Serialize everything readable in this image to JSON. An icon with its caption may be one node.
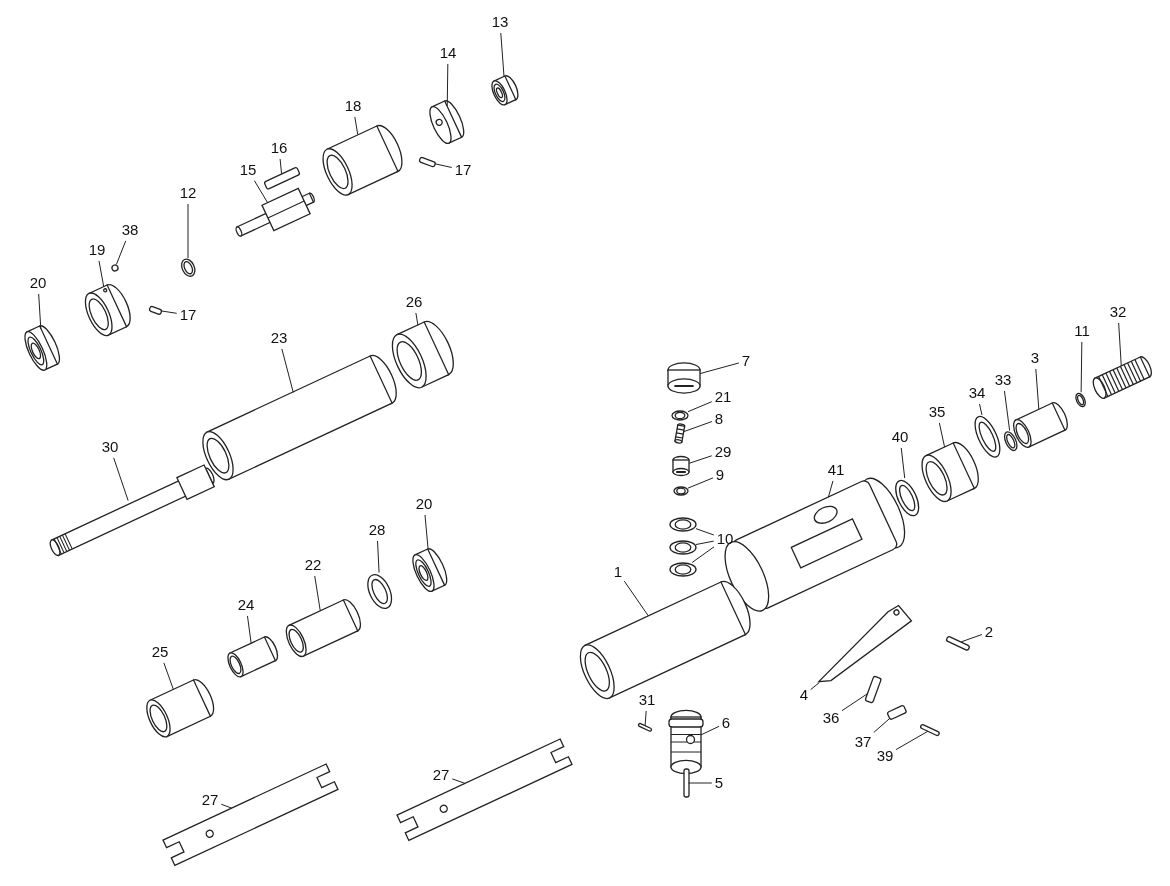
{
  "diagram": {
    "nodes": [
      {
        "text": [
          "13"
        ]
      },
      {
        "text": [],
        "shape": "picture"
      },
      {
        "text": [
          "14"
        ]
      },
      {
        "text": [],
        "shape": "picture"
      },
      {
        "text": [
          "18"
        ]
      },
      {
        "text": [],
        "shape": "picture"
      },
      {
        "text": [
          "16"
        ]
      },
      {
        "text": [],
        "shape": "bar"
      },
      {
        "text": [
          "15"
        ]
      },
      {
        "text": [],
        "shape": "picture"
      },
      {
        "text": [
          "17"
        ]
      },
      {
        "text": [],
        "shape": "bar"
      },
      {
        "text": [
          "12"
        ]
      },
      {
        "text": [],
        "shape": "picture"
      },
      {
        "text": [
          "38"
        ]
      },
      {
        "text": [],
        "shape": "circle"
      },
      {
        "text": [
          "19"
        ]
      },
      {
        "text": [],
        "shape": "picture"
      },
      {
        "text": [
          "20"
        ]
      },
      {
        "text": [],
        "shape": "picture"
      },
      {
        "text": [
          "17"
        ]
      },
      {
        "text": [],
        "shape": "bar"
      },
      {
        "text": [
          "26"
        ]
      },
      {
        "text": [],
        "shape": "picture"
      },
      {
        "text": [
          "32"
        ]
      },
      {
        "text": [],
        "shape": "picture"
      },
      {
        "text": [
          "11"
        ]
      },
      {
        "text": [],
        "shape": "picture"
      },
      {
        "text": [
          "7"
        ]
      },
      {
        "text": [],
        "shape": "picture"
      },
      {
        "text": [
          "3"
        ]
      },
      {
        "text": [],
        "shape": "picture"
      },
      {
        "text": [
          "33"
        ]
      },
      {
        "text": [],
        "shape": "picture"
      },
      {
        "text": [
          "23"
        ]
      },
      {
        "text": [],
        "shape": "picture"
      },
      {
        "text": [
          "34"
        ]
      },
      {
        "text": [],
        "shape": "picture"
      },
      {
        "text": [
          "21"
        ]
      },
      {
        "text": [],
        "shape": "picture"
      },
      {
        "text": [
          "8"
        ]
      },
      {
        "text": [],
        "shape": "picture"
      },
      {
        "text": [
          "35"
        ]
      },
      {
        "text": [],
        "shape": "picture"
      },
      {
        "text": [
          "40"
        ]
      },
      {
        "text": [],
        "shape": "picture"
      },
      {
        "text": [
          "30"
        ]
      },
      {
        "text": [],
        "shape": "picture"
      },
      {
        "text": [
          "29"
        ]
      },
      {
        "text": [],
        "shape": "picture"
      },
      {
        "text": [
          "9"
        ]
      },
      {
        "text": [],
        "shape": "picture"
      },
      {
        "text": [
          "41"
        ]
      },
      {
        "text": [],
        "shape": "picture"
      },
      {
        "text": [
          "20"
        ]
      },
      {
        "text": [],
        "shape": "picture"
      },
      {
        "text": [
          "28"
        ]
      },
      {
        "text": [],
        "shape": "picture"
      },
      {
        "text": [
          "10"
        ]
      },
      {
        "text": [],
        "shape": "picture"
      },
      {
        "text": [],
        "shape": "picture"
      },
      {
        "text": [],
        "shape": "picture"
      },
      {
        "text": [
          "22"
        ]
      },
      {
        "text": [],
        "shape": "picture"
      },
      {
        "text": [
          "1"
        ]
      },
      {
        "text": [],
        "shape": "picture"
      },
      {
        "text": [
          "24"
        ]
      },
      {
        "text": [],
        "shape": "picture"
      },
      {
        "text": [
          "2"
        ]
      },
      {
        "text": [],
        "shape": "bar"
      },
      {
        "text": [
          "25"
        ]
      },
      {
        "text": [],
        "shape": "picture"
      },
      {
        "text": [
          "4"
        ]
      },
      {
        "text": [],
        "shape": "picture"
      },
      {
        "text": [
          "36"
        ]
      },
      {
        "text": [],
        "shape": "bar"
      },
      {
        "text": [
          "31"
        ]
      },
      {
        "text": [],
        "shape": "bar"
      },
      {
        "text": [
          "6"
        ]
      },
      {
        "text": [],
        "shape": "picture"
      },
      {
        "text": [
          "37"
        ]
      },
      {
        "text": [],
        "shape": "bar"
      },
      {
        "text": [
          "39"
        ]
      },
      {
        "text": [],
        "shape": "bar"
      },
      {
        "text": [
          "5"
        ]
      },
      {
        "text": [],
        "shape": "picture"
      },
      {
        "text": [
          "27"
        ]
      },
      {
        "text": [],
        "shape": "picture"
      },
      {
        "text": [
          "27"
        ]
      },
      {
        "text": [],
        "shape": "picture"
      }
    ],
    "edges": [
      {
        "from": 0,
        "to": 1,
        "arrow": "none"
      },
      {
        "from": 2,
        "to": 3,
        "arrow": "none"
      },
      {
        "from": 4,
        "to": 5,
        "arrow": "none"
      },
      {
        "from": 6,
        "to": 7,
        "arrow": "none"
      },
      {
        "from": 8,
        "to": 9,
        "arrow": "none"
      },
      {
        "from": 10,
        "to": 11,
        "arrow": "none"
      },
      {
        "from": 12,
        "to": 13,
        "arrow": "none"
      },
      {
        "from": 14,
        "to": 15,
        "arrow": "none"
      },
      {
        "from": 16,
        "to": 17,
        "arrow": "none"
      },
      {
        "from": 18,
        "to": 19,
        "arrow": "none"
      },
      {
        "from": 20,
        "to": 21,
        "arrow": "none"
      },
      {
        "from": 22,
        "to": 23,
        "arrow": "none"
      },
      {
        "from": 24,
        "to": 25,
        "arrow": "none"
      },
      {
        "from": 26,
        "to": 27,
        "arrow": "none"
      },
      {
        "from": 28,
        "to": 29,
        "arrow": "none"
      },
      {
        "from": 30,
        "to": 31,
        "arrow": "none"
      },
      {
        "from": 32,
        "to": 33,
        "arrow": "none"
      },
      {
        "from": 34,
        "to": 35,
        "arrow": "none"
      },
      {
        "from": 36,
        "to": 37,
        "arrow": "none"
      },
      {
        "from": 38,
        "to": 39,
        "arrow": "none"
      },
      {
        "from": 40,
        "to": 41,
        "arrow": "none"
      },
      {
        "from": 42,
        "to": 43,
        "arrow": "none"
      },
      {
        "from": 44,
        "to": 45,
        "arrow": "none"
      },
      {
        "from": 46,
        "to": 47,
        "arrow": "none"
      },
      {
        "from": 48,
        "to": 49,
        "arrow": "none"
      },
      {
        "from": 50,
        "to": 51,
        "arrow": "none"
      },
      {
        "from": 52,
        "to": 53,
        "arrow": "none"
      },
      {
        "from": 54,
        "to": 55,
        "arrow": "none"
      },
      {
        "from": 56,
        "to": 57,
        "arrow": "none"
      },
      {
        "from": 58,
        "to": 59,
        "arrow": "none"
      },
      {
        "from": 58,
        "to": 60,
        "arrow": "none"
      },
      {
        "from": 58,
        "to": 61,
        "arrow": "none"
      },
      {
        "from": 62,
        "to": 63,
        "arrow": "none"
      },
      {
        "from": 64,
        "to": 65,
        "arrow": "none"
      },
      {
        "from": 66,
        "to": 67,
        "arrow": "none"
      },
      {
        "from": 68,
        "to": 69,
        "arrow": "none"
      },
      {
        "from": 70,
        "to": 71,
        "arrow": "none"
      },
      {
        "from": 72,
        "to": 73,
        "arrow": "none"
      },
      {
        "from": 74,
        "to": 75,
        "arrow": "none"
      },
      {
        "from": 76,
        "to": 77,
        "arrow": "none"
      },
      {
        "from": 78,
        "to": 79,
        "arrow": "none"
      },
      {
        "from": 80,
        "to": 81,
        "arrow": "none"
      },
      {
        "from": 82,
        "to": 83,
        "arrow": "none"
      },
      {
        "from": 84,
        "to": 85,
        "arrow": "none"
      },
      {
        "from": 86,
        "to": 87,
        "arrow": "none"
      },
      {
        "from": 88,
        "to": 89,
        "arrow": "none"
      }
    ]
  }
}
